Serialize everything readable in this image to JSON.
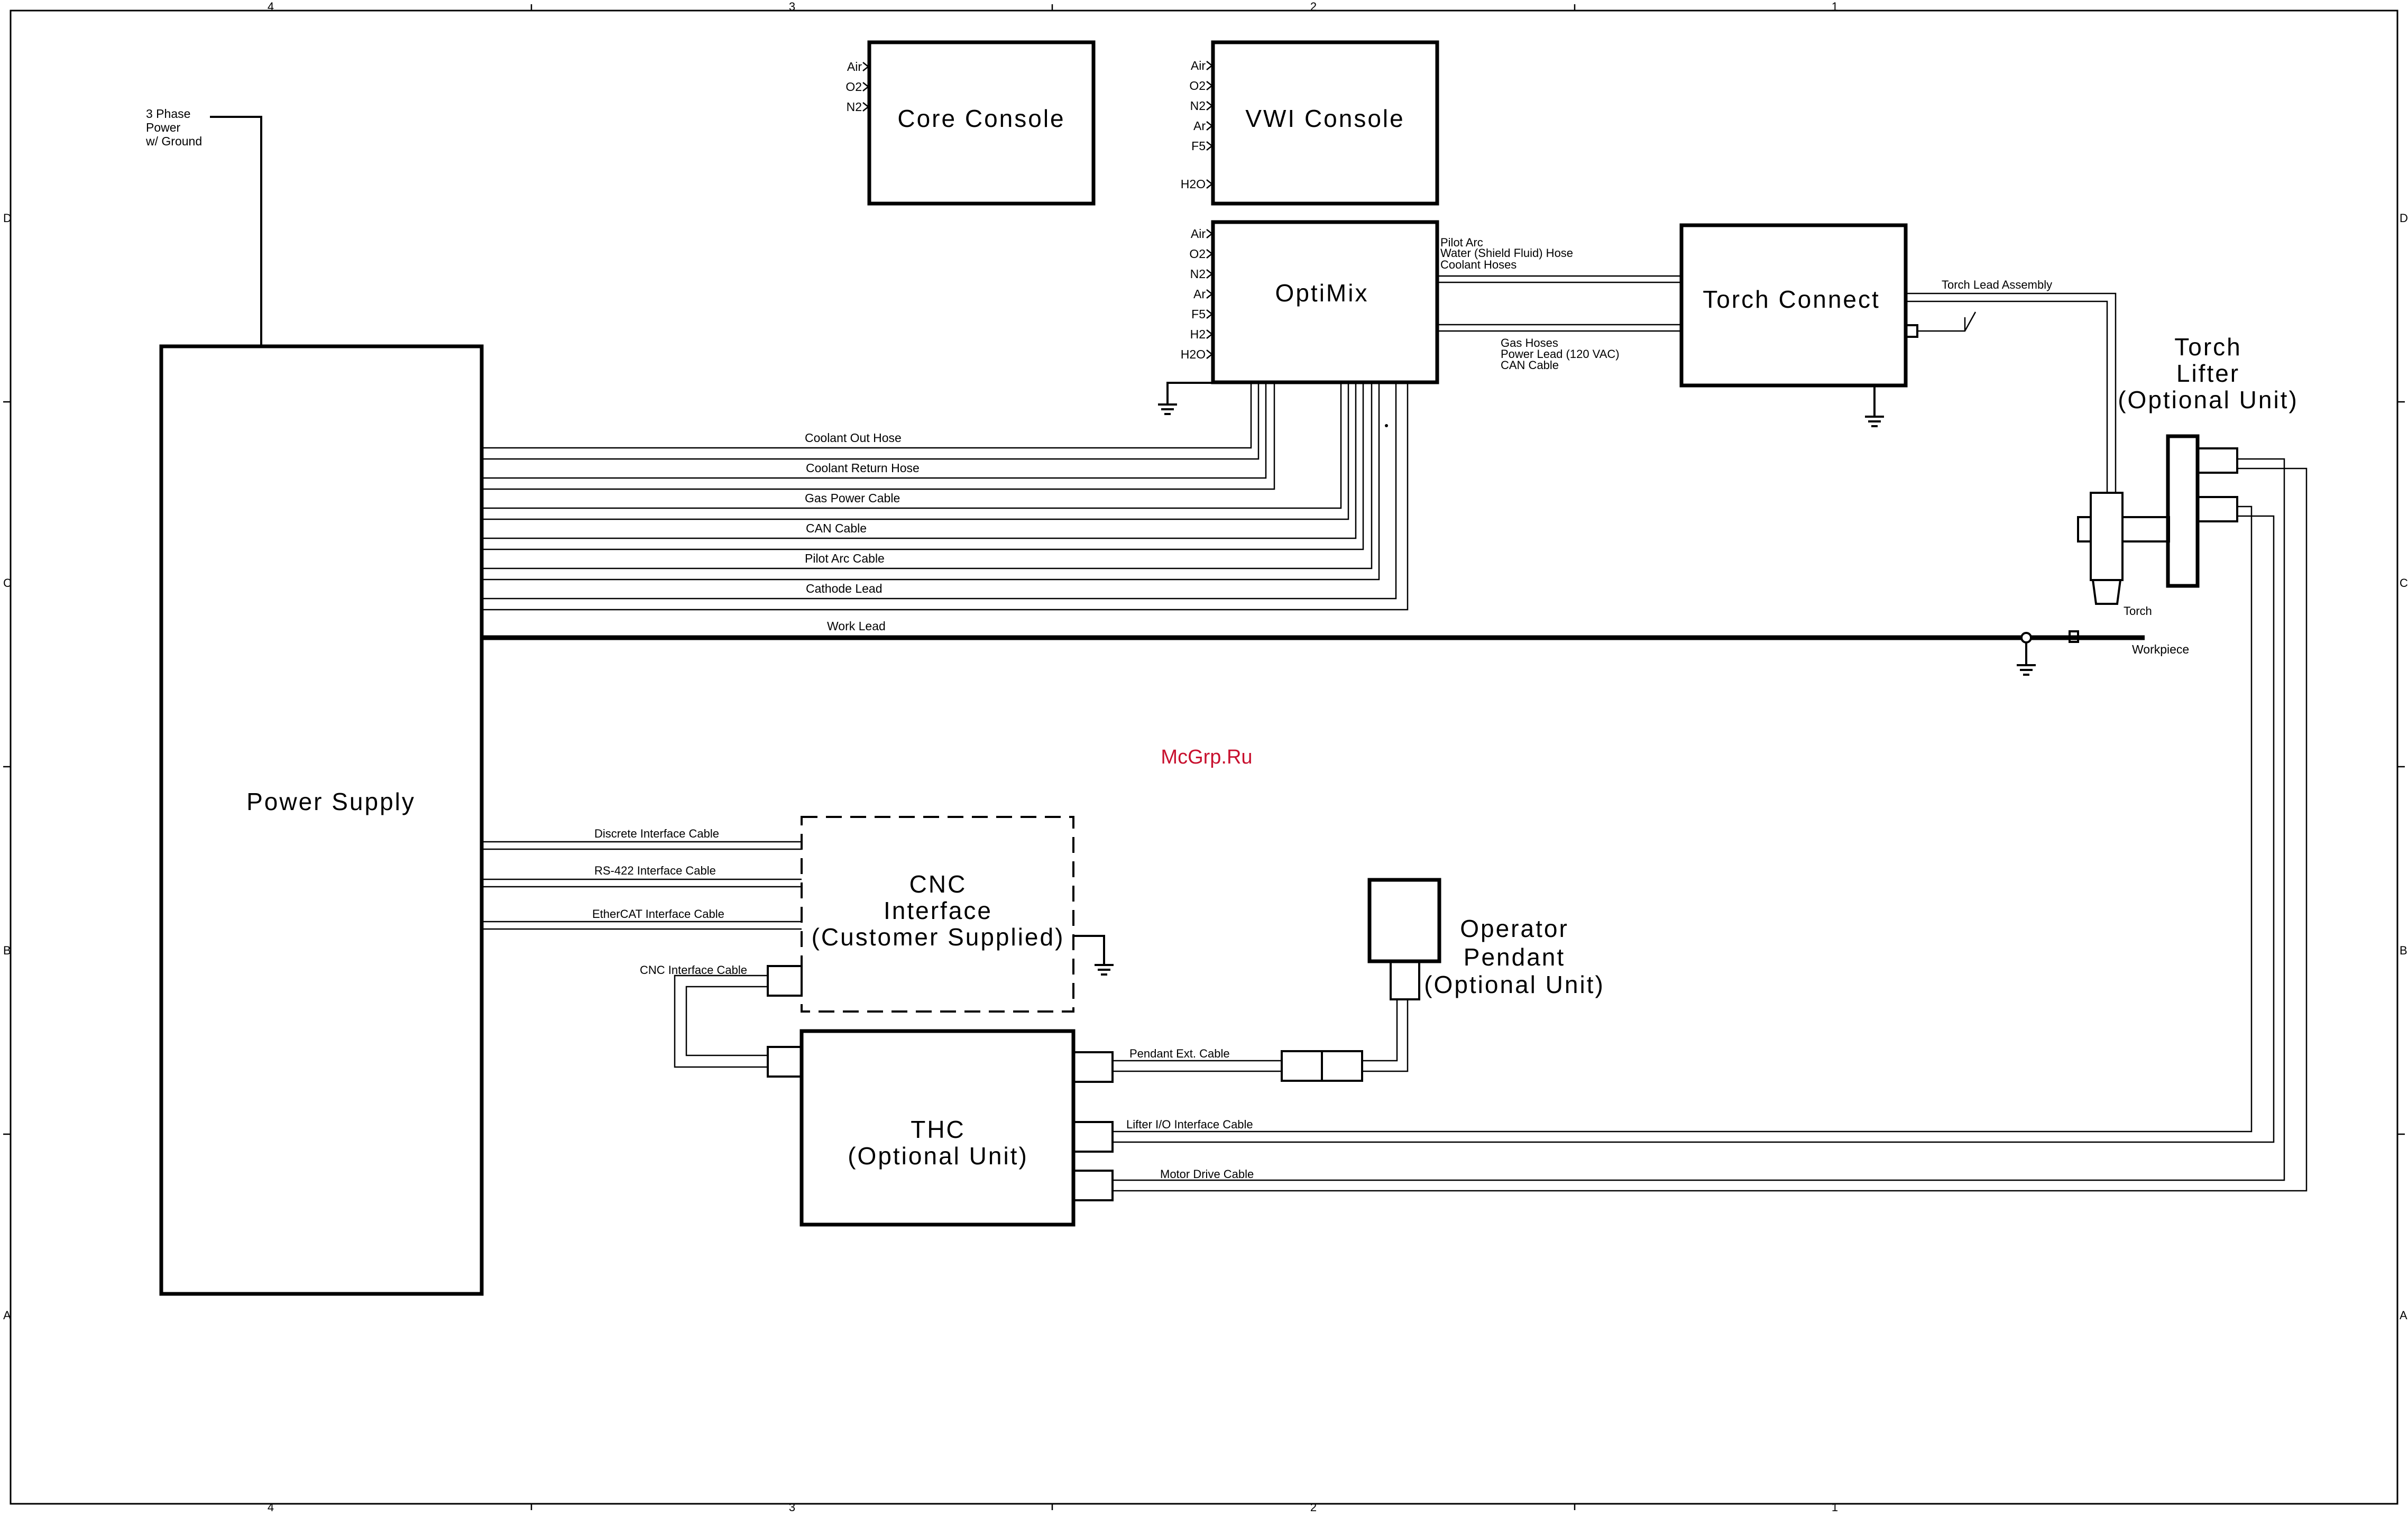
{
  "watermark": "McGrp.Ru",
  "zones": {
    "columns": [
      "4",
      "3",
      "2",
      "1"
    ],
    "rows": [
      "D",
      "C",
      "B",
      "A"
    ]
  },
  "blocks": {
    "power_supply": "Power Supply",
    "core_console": "Core Console",
    "vwi_console": "VWI Console",
    "optimix": "OptiMix",
    "torch_connect": "Torch Connect",
    "torch_lifter": [
      "Torch",
      "Lifter",
      "(Optional Unit)"
    ],
    "cnc_interface": [
      "CNC",
      "Interface",
      "(Customer Supplied)"
    ],
    "thc": [
      "THC",
      "(Optional Unit)"
    ],
    "operator_pendant": [
      "Operator",
      "Pendant",
      "(Optional Unit)"
    ]
  },
  "inputs": {
    "power": [
      "3 Phase",
      "Power",
      "w/ Ground"
    ],
    "core_console_gases": [
      "Air",
      "O2",
      "N2"
    ],
    "vwi_console_gases": [
      "Air",
      "O2",
      "N2",
      "Ar",
      "F5",
      "H2O"
    ],
    "optimix_gases": [
      "Air",
      "O2",
      "N2",
      "Ar",
      "F5",
      "H2",
      "H2O"
    ]
  },
  "cables": {
    "power_supply_to_optimix": [
      "Coolant Out Hose",
      "Coolant Return Hose",
      "Gas Power Cable",
      "CAN Cable",
      "Pilot Arc Cable",
      "Cathode Lead"
    ],
    "work_lead": "Work Lead",
    "optimix_to_torch_connect_upper": [
      "Pilot Arc",
      "Water (Shield Fluid) Hose",
      "Coolant Hoses"
    ],
    "optimix_to_torch_connect_lower": [
      "Gas Hoses",
      "Power Lead (120 VAC)",
      "CAN Cable"
    ],
    "torch_lead": "Torch Lead Assembly",
    "cnc_cables": [
      "Discrete Interface Cable",
      "RS-422 Interface Cable",
      "EtherCAT Interface Cable"
    ],
    "cnc_to_thc": "CNC Interface Cable",
    "pendant": "Pendant Ext. Cable",
    "lifter_io": "Lifter I/O  Interface Cable",
    "motor_drive": "Motor Drive Cable"
  },
  "labels": {
    "torch": "Torch",
    "workpiece": "Workpiece"
  }
}
